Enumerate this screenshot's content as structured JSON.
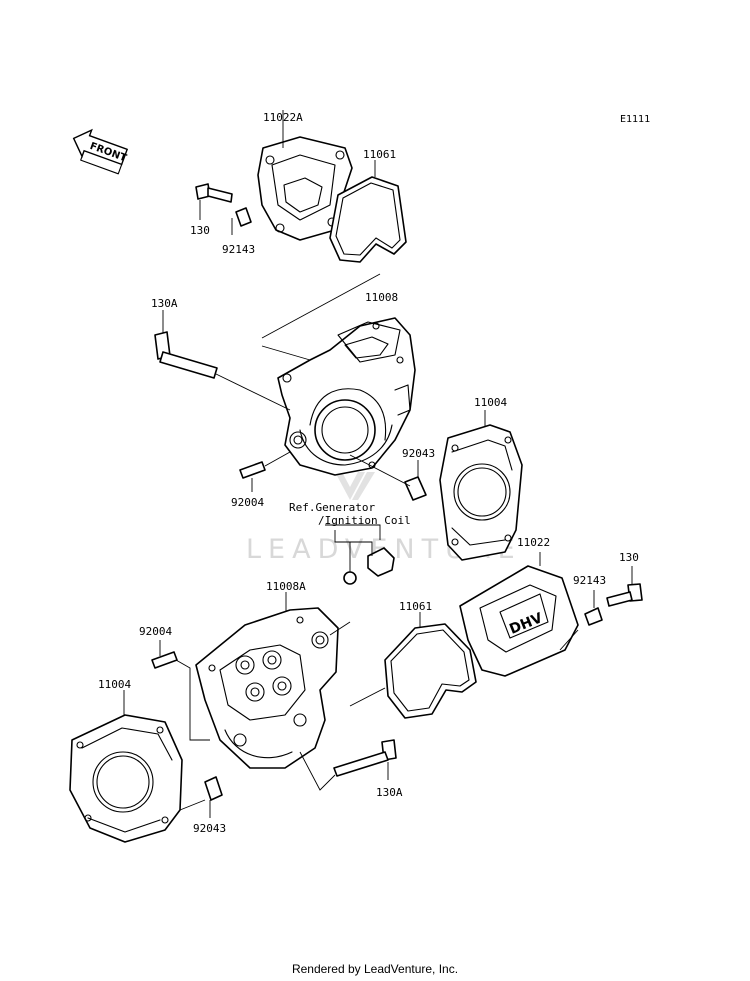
{
  "diagram_id": "E1111",
  "front_label": "FRONT",
  "watermark": "LEADVENTURE",
  "reference_note": {
    "line1": "Ref.Generator",
    "line2": "/Ignition Coil"
  },
  "callouts": {
    "c_11022A": "11022A",
    "c_11061_top": "11061",
    "c_130_top": "130",
    "c_92143_top": "92143",
    "c_130A_top": "130A",
    "c_11008": "11008",
    "c_11004_right": "11004",
    "c_92043_mid": "92043",
    "c_92004_mid": "92004",
    "c_11022": "11022",
    "c_130_right": "130",
    "c_92143_right": "92143",
    "c_11008A": "11008A",
    "c_11061_mid": "11061",
    "c_92004_left": "92004",
    "c_11004_left": "11004",
    "c_130A_bottom": "130A",
    "c_92043_bottom": "92043"
  },
  "footer": "Rendered by LeadVenture, Inc."
}
